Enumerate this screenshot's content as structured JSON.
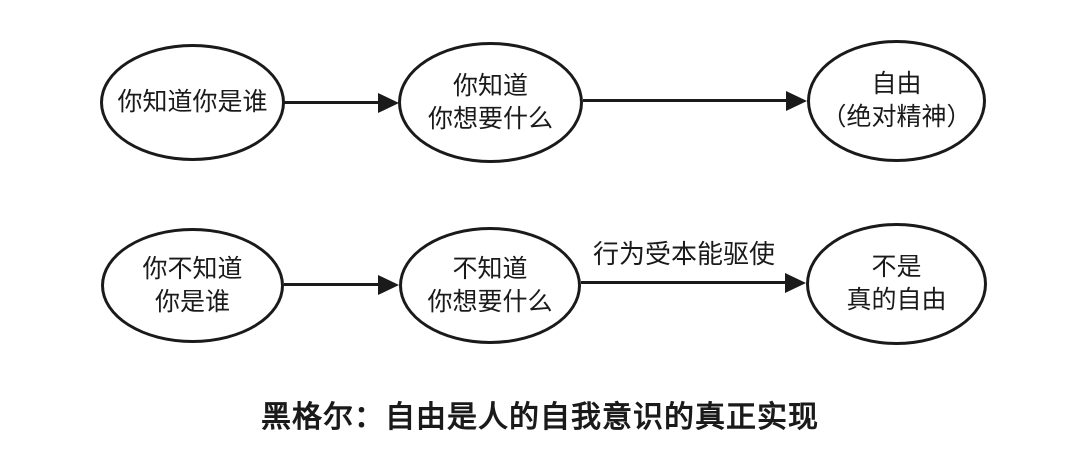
{
  "diagram": {
    "rows": [
      {
        "nodes": [
          {
            "label": "你知道你是谁"
          },
          {
            "label": "你知道\n你想要什么"
          },
          {
            "label": "自由\n（绝对精神）"
          }
        ]
      },
      {
        "nodes": [
          {
            "label": "你不知道\n你是谁"
          },
          {
            "label": "不知道\n你想要什么"
          },
          {
            "label": "不是\n真的自由"
          }
        ],
        "arrow_label": "行为受本能驱使"
      }
    ],
    "caption": "黑格尔：自由是人的自我意识的真正实现",
    "colors": {
      "stroke": "#1a1a1a",
      "text": "#1a1a1a",
      "background": "#ffffff"
    }
  }
}
